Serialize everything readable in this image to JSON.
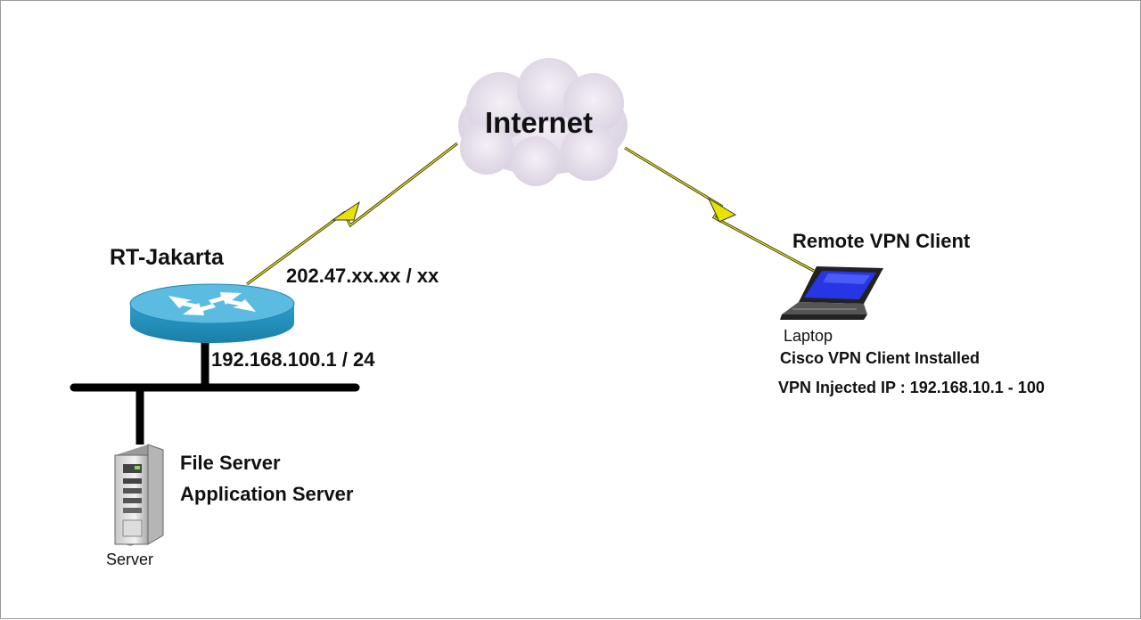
{
  "cloud": {
    "label": "Internet"
  },
  "router": {
    "name": "RT-Jakarta",
    "wan_ip": "202.47.xx.xx / xx",
    "lan_ip": "192.168.100.1 / 24"
  },
  "server": {
    "line1": "File Server",
    "line2": "Application Server",
    "caption": "Server"
  },
  "client": {
    "title": "Remote VPN Client",
    "caption": "Laptop",
    "line1": "Cisco VPN Client Installed",
    "line2": "VPN Injected IP : 192.168.10.1 - 100"
  },
  "colors": {
    "router": "#2a9cc8",
    "link": "#e8e400",
    "cloud": "#e9e3ee",
    "laptop_screen": "#2636e6"
  },
  "icons": [
    "cloud-icon",
    "router-icon",
    "server-icon",
    "laptop-icon",
    "serial-link-icon"
  ]
}
